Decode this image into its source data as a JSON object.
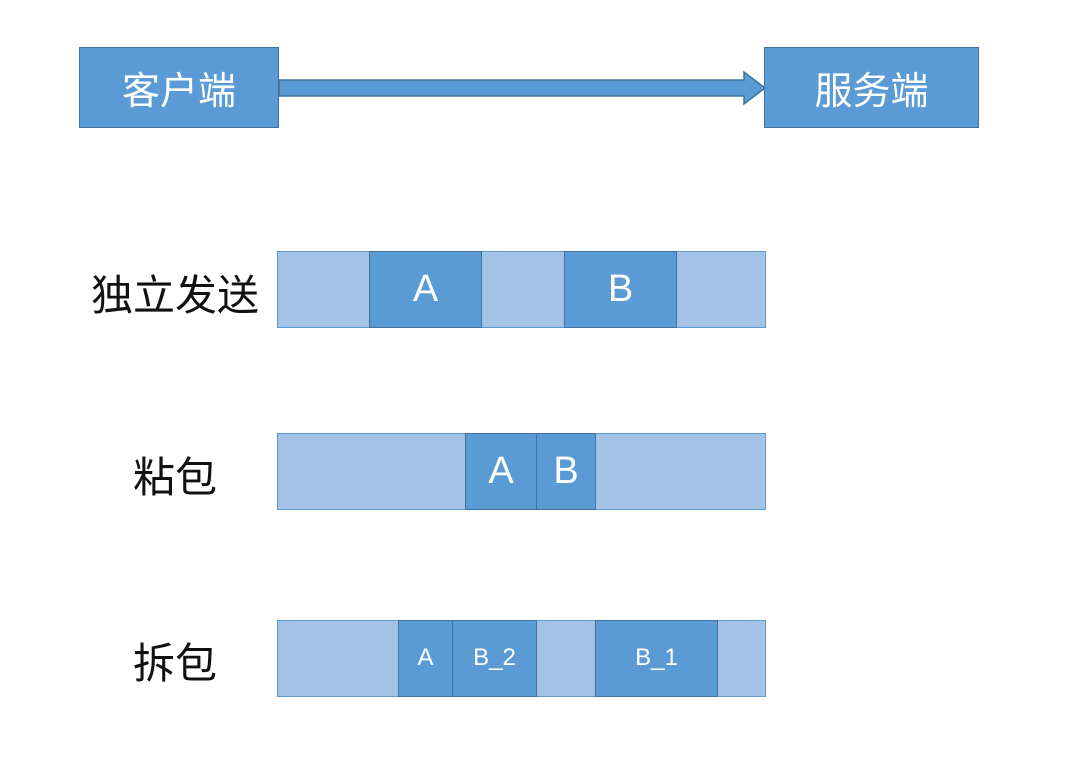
{
  "nodes": {
    "client": "客户端",
    "server": "服务端"
  },
  "rows": [
    {
      "label": "独立发送",
      "packets": [
        "A",
        "B"
      ]
    },
    {
      "label": "粘包",
      "packets": [
        "A",
        "B"
      ]
    },
    {
      "label": "拆包",
      "packets": [
        "A",
        "B_2",
        "B_1"
      ]
    }
  ],
  "colors": {
    "packet": "#5b9bd5",
    "packet_border": "#41719c",
    "stream": "#a4c2e6",
    "arrow": "#5b9bd5"
  }
}
